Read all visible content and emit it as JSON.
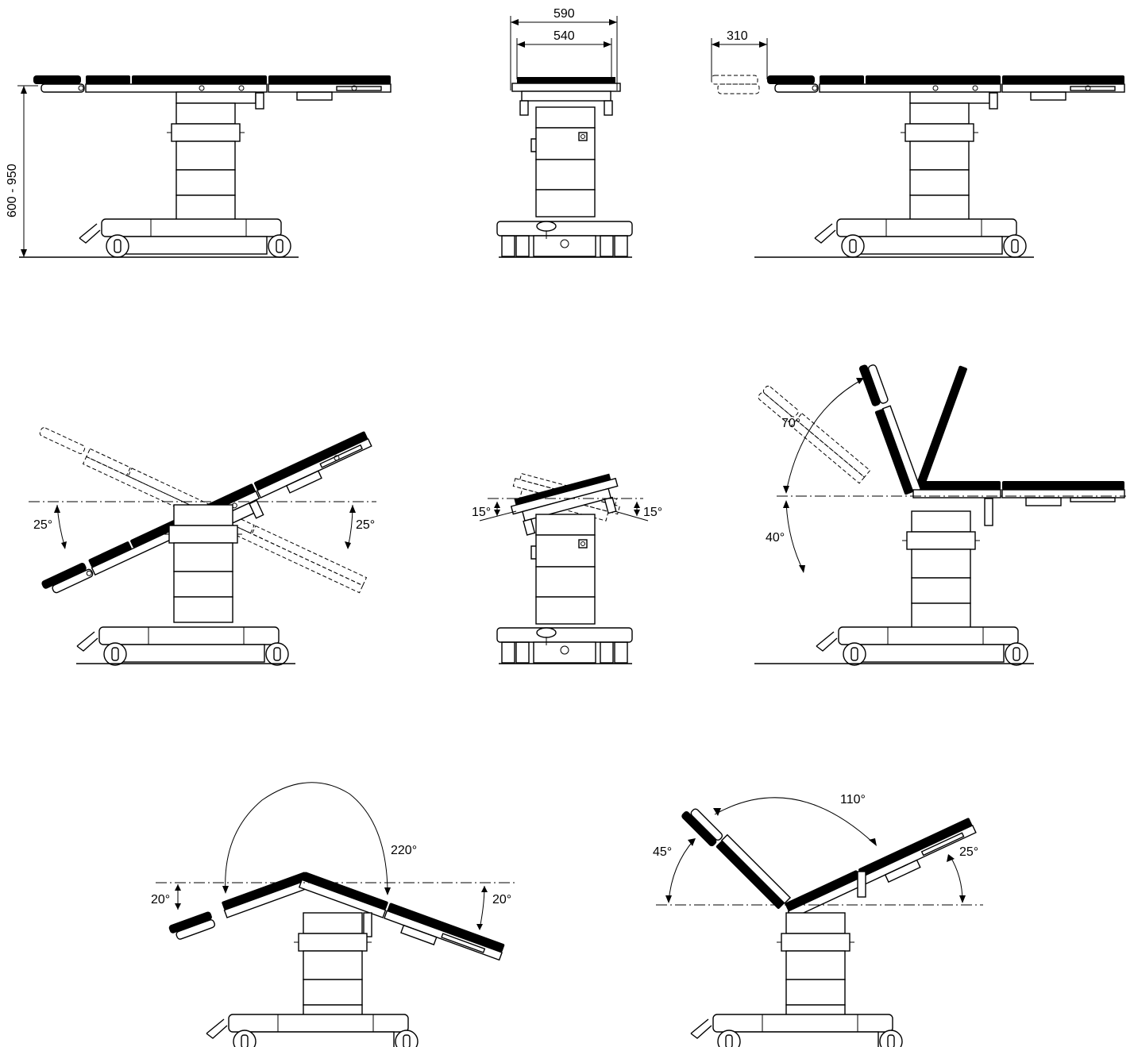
{
  "labels": {
    "height_range": "600 - 950",
    "width_outer": "590",
    "width_inner": "540",
    "slide_offset": "310",
    "tilt_left_low": "25°",
    "tilt_left_high": "25°",
    "lateral_left": "15°",
    "lateral_right": "15°",
    "back_up": "70°",
    "back_down": "40°",
    "flex_arc": "220°",
    "flex_left": "20°",
    "flex_right": "20°",
    "chair_arc": "110°",
    "chair_left": "45°",
    "chair_right": "25°"
  },
  "colors": {
    "line": "#000000",
    "pad": "#000000",
    "background": "#ffffff"
  }
}
